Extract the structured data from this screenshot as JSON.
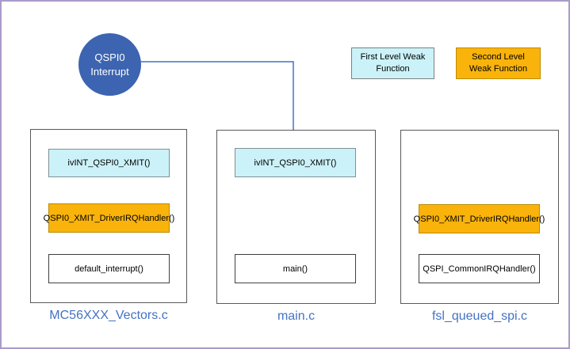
{
  "diagram": {
    "interrupt_node": {
      "label": "QSPI0 Interrupt"
    },
    "legend": [
      {
        "label": "First Level Weak Function",
        "color": "#cbf2f8"
      },
      {
        "label": "Second Level Weak Function",
        "color": "#f9b30b"
      }
    ],
    "containers": [
      {
        "file": "MC56XXX_Vectors.c",
        "boxes": [
          {
            "label": "ivINT_QSPI0_XMIT()",
            "level": "first-level-weak"
          },
          {
            "label": "QSPI0_XMIT_DriverIRQHandler()",
            "level": "second-level-weak"
          },
          {
            "label": "default_interrupt()",
            "level": "normal"
          }
        ]
      },
      {
        "file": "main.c",
        "boxes": [
          {
            "label": "ivINT_QSPI0_XMIT()",
            "level": "first-level-weak"
          },
          {
            "label": "main()",
            "level": "normal"
          }
        ]
      },
      {
        "file": "fsl_queued_spi.c",
        "boxes": [
          {
            "label": "QSPI0_XMIT_DriverIRQHandler()",
            "level": "second-level-weak"
          },
          {
            "label": "QSPI_CommonIRQHandler()",
            "level": "normal"
          }
        ]
      }
    ],
    "colors": {
      "frame_border": "#a99bc9",
      "interrupt_circle": "#3c64b0",
      "connector_arrow": "#4472c4",
      "first_level_fill": "#cbf2f8",
      "second_level_fill": "#f9b30b",
      "file_label_text": "#4472c4",
      "container_border": "#595959"
    }
  }
}
